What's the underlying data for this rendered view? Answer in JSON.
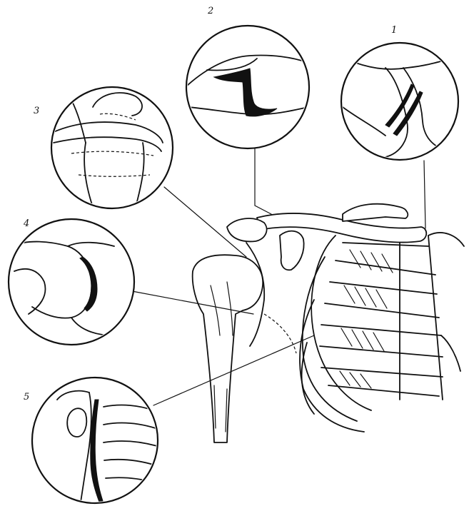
{
  "diagram": {
    "labels": [
      {
        "id": "1",
        "text": "1"
      },
      {
        "id": "2",
        "text": "2"
      },
      {
        "id": "3",
        "text": "3"
      },
      {
        "id": "4",
        "text": "4"
      },
      {
        "id": "5",
        "text": "5"
      }
    ],
    "colors": {
      "ink": "#111111",
      "paper": "#ffffff"
    }
  }
}
